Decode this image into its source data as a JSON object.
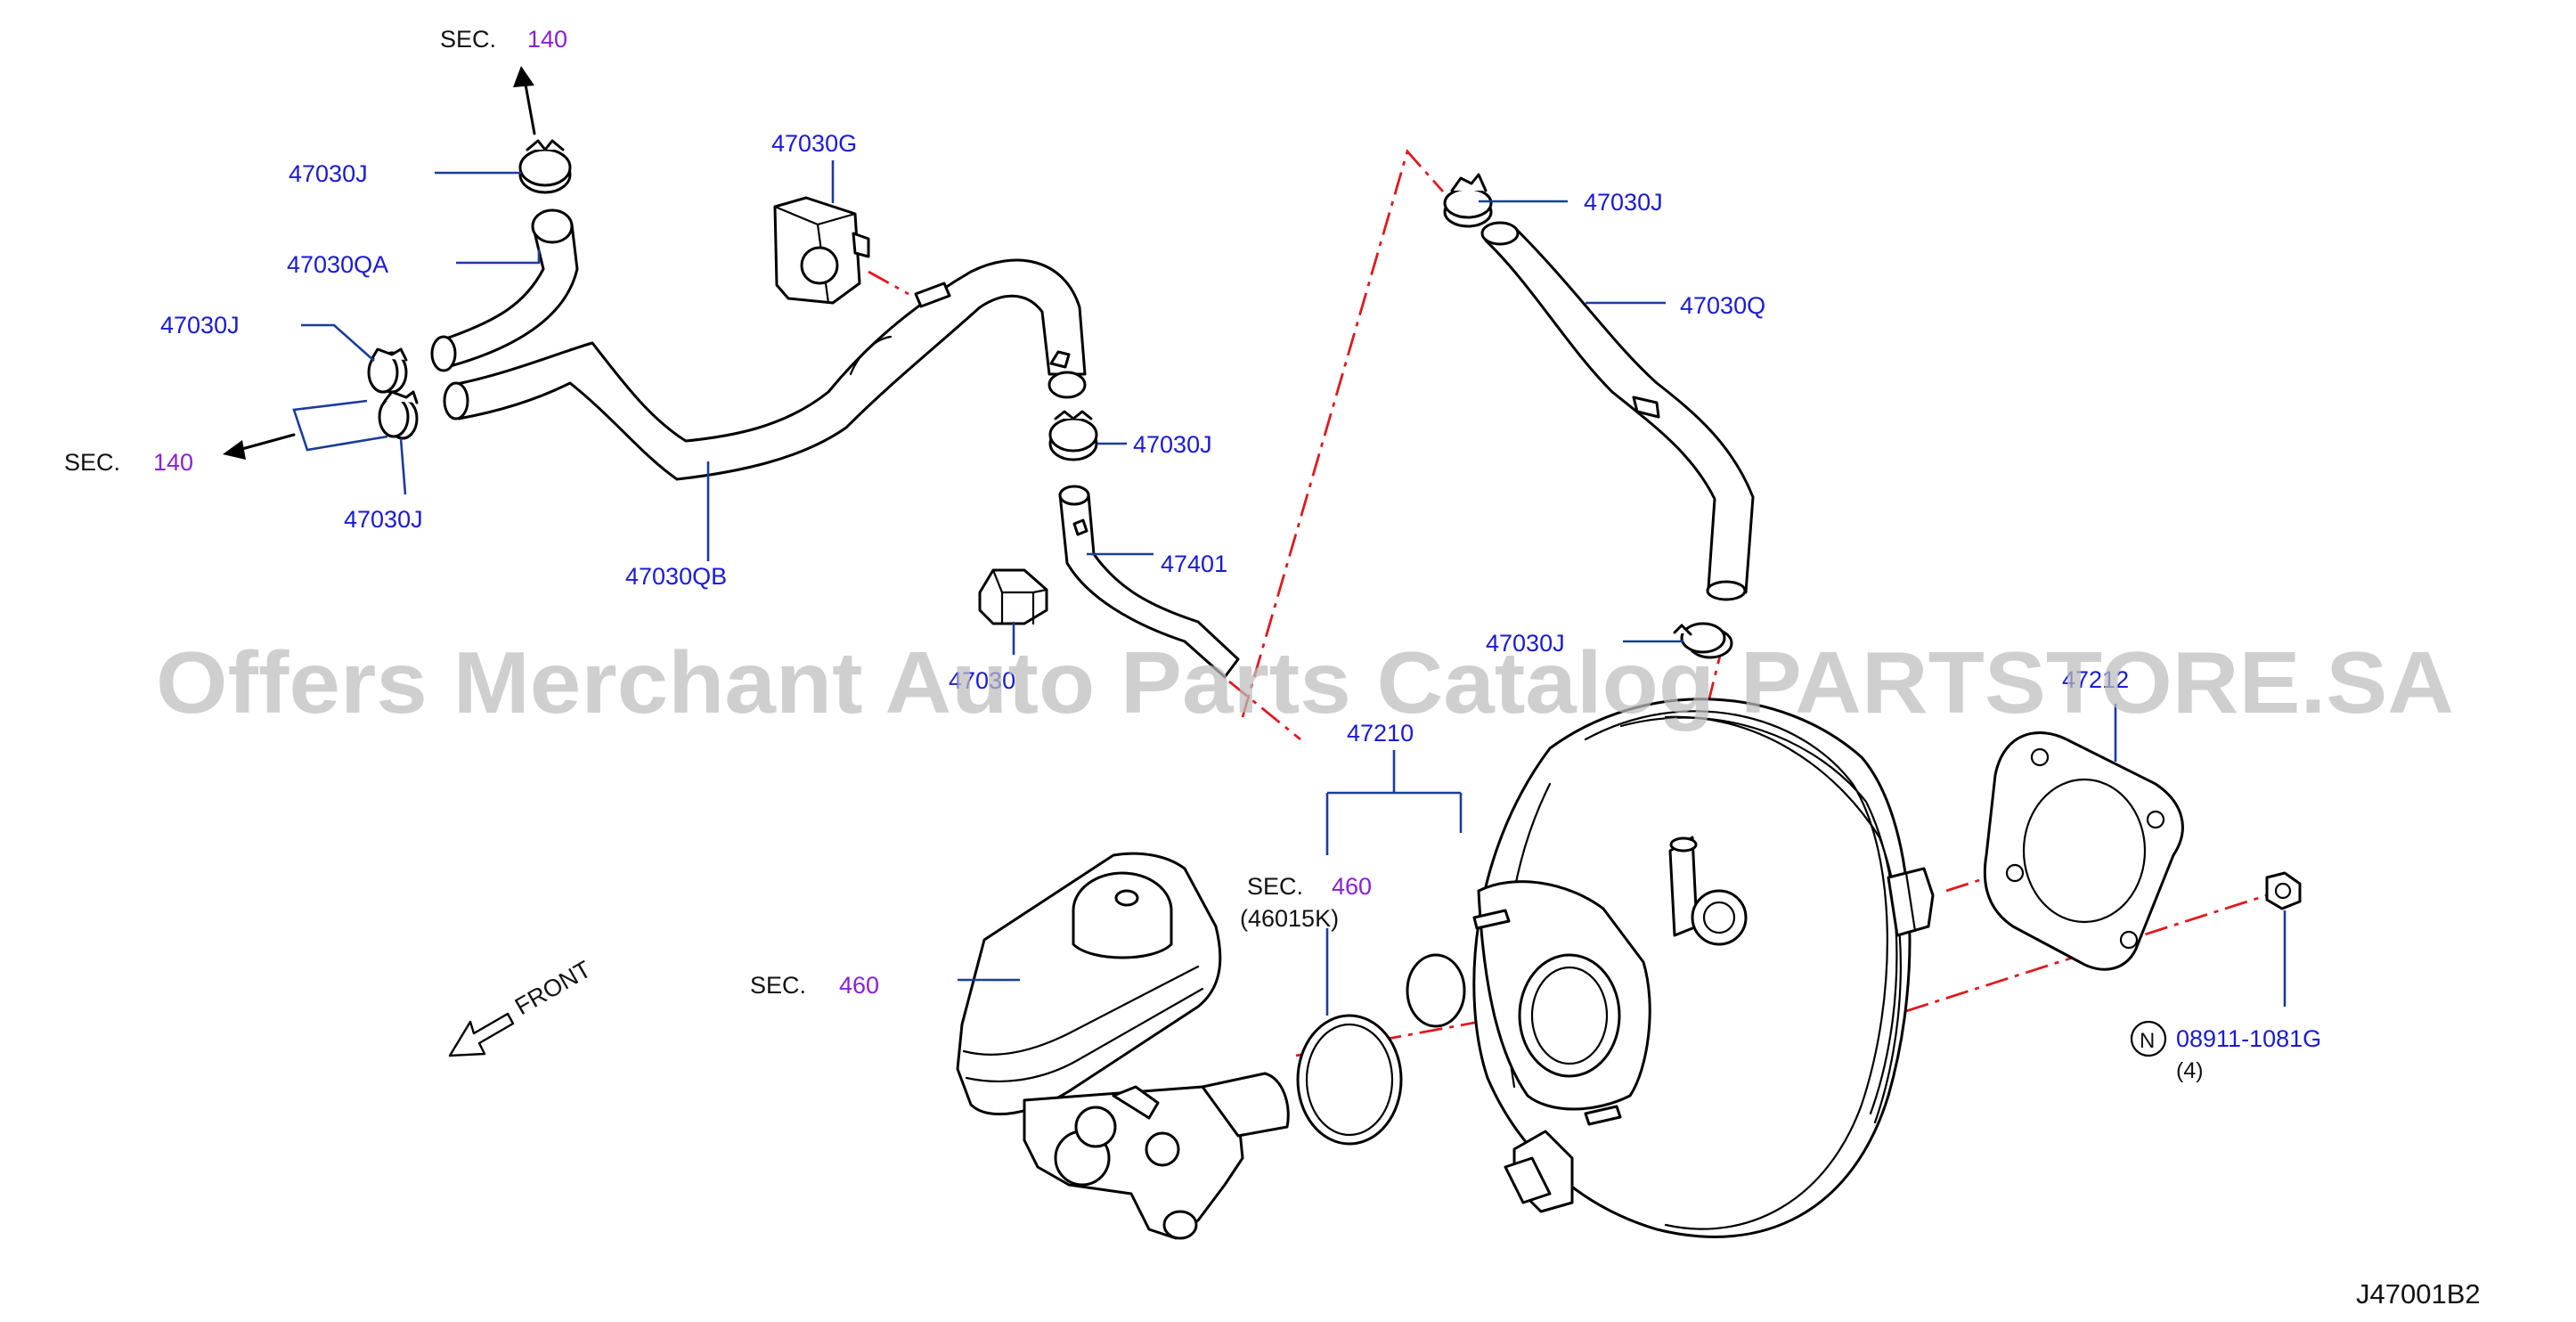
{
  "watermark": "Offers Merchant Auto Parts Catalog PARTSTORE.SA",
  "diagram_code": "J47001B2",
  "front_label": "FRONT",
  "section_refs": [
    {
      "prefix": "SEC.",
      "number": "140"
    },
    {
      "prefix": "SEC.",
      "number": "140"
    },
    {
      "prefix": "SEC.",
      "number": "460"
    },
    {
      "prefix": "SEC.",
      "number": "460",
      "sub": "(46015K)"
    }
  ],
  "part_labels": [
    "47030J",
    "47030QA",
    "47030J",
    "47030J",
    "47030QB",
    "47030G",
    "47030J",
    "47401",
    "47030",
    "47030J",
    "47030Q",
    "47030J",
    "47210",
    "47212",
    "08911-1081G"
  ],
  "nut_symbol": "N",
  "nut_quantity": "(4)",
  "colors": {
    "part_label": "#1a1ad6",
    "section_number": "#8a1fd6",
    "leader_line": "#1a3c9c",
    "dash_line": "#e0191e",
    "watermark": "#bdbdbd"
  }
}
